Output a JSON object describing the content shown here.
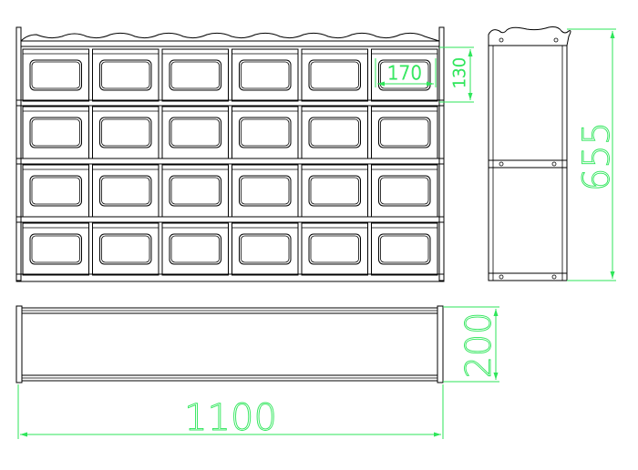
{
  "dimensions": {
    "width": "1100",
    "height": "655",
    "depth": "200",
    "bin_width": "170",
    "bin_height": "130"
  },
  "layout": {
    "rows": 4,
    "cols": 6
  },
  "colors": {
    "lines": "#000000",
    "dimension": "#2ee65a",
    "background": "#ffffff"
  }
}
